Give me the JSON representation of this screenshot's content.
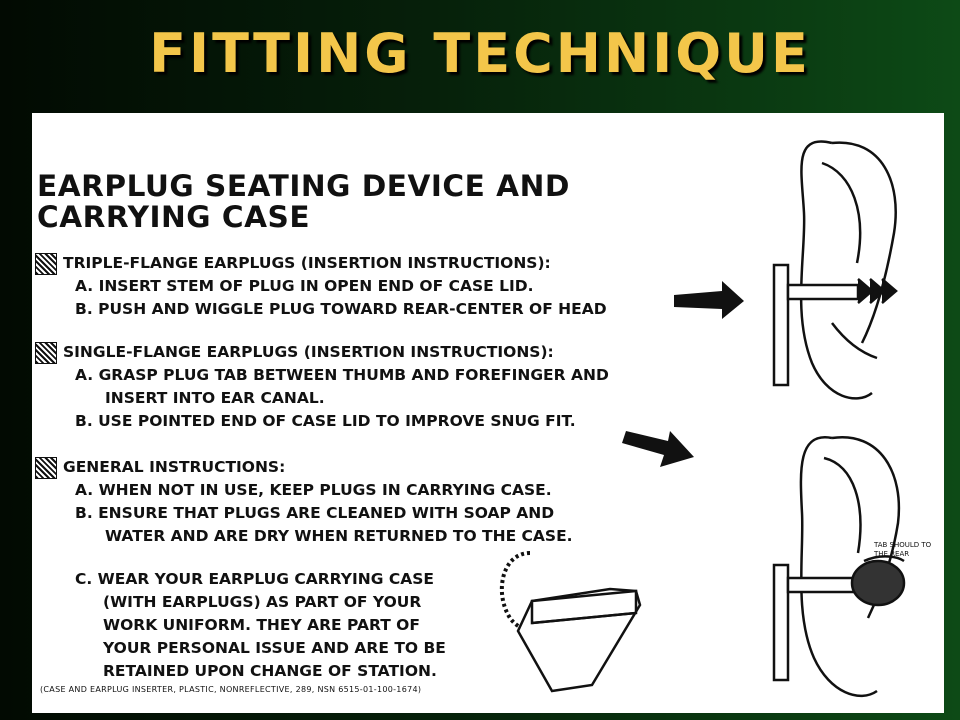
{
  "slide": {
    "title": "FITTING TECHNIQUE"
  },
  "document": {
    "heading_line1": "EARPLUG SEATING DEVICE AND",
    "heading_line2": "CARRYING CASE",
    "sections": [
      {
        "header": "TRIPLE-FLANGE EARPLUGS (INSERTION INSTRUCTIONS):",
        "lines": [
          "A. INSERT STEM OF PLUG IN OPEN END OF CASE LID.",
          "B. PUSH AND WIGGLE PLUG TOWARD REAR-CENTER OF HEAD"
        ]
      },
      {
        "header": "SINGLE-FLANGE EARPLUGS (INSERTION INSTRUCTIONS):",
        "lines": [
          "A. GRASP PLUG TAB BETWEEN THUMB AND FOREFINGER AND",
          "INSERT INTO EAR CANAL.",
          "B. USE POINTED END OF CASE LID TO IMPROVE SNUG FIT."
        ]
      },
      {
        "header": "GENERAL INSTRUCTIONS:",
        "lines": [
          "A. WHEN NOT IN USE, KEEP PLUGS IN CARRYING CASE.",
          "B. ENSURE THAT PLUGS ARE CLEANED WITH SOAP AND",
          "WATER AND ARE DRY WHEN RETURNED TO THE CASE.",
          "C. WEAR YOUR EARPLUG CARRYING CASE",
          "(WITH EARPLUGS) AS PART OF YOUR",
          "WORK UNIFORM.  THEY ARE PART OF",
          "YOUR PERSONAL ISSUE AND ARE TO BE",
          "RETAINED UPON CHANGE OF STATION."
        ]
      }
    ],
    "footnote": "(CASE AND EARPLUG INSERTER, PLASTIC, NONREFLECTIVE, 289, NSN 6515-01-100-1674)",
    "tab_note": "TAB SHOULD TO THE REAR"
  }
}
